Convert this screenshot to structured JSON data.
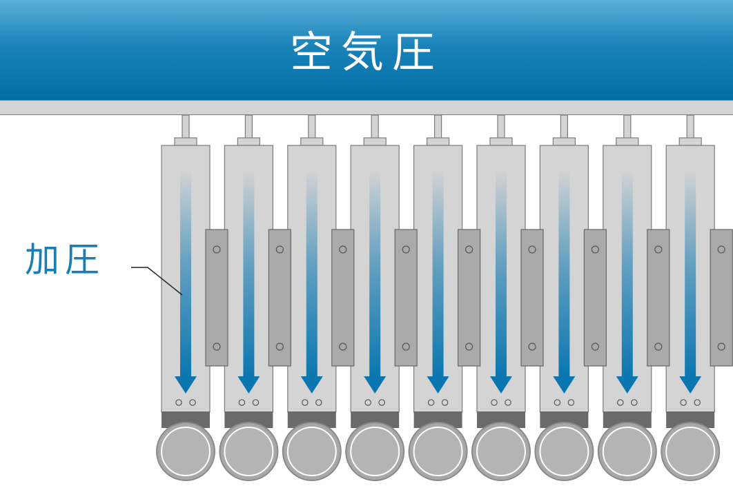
{
  "title": "空気圧",
  "side_label": "加圧",
  "unit_count": 9,
  "colors": {
    "banner_top": "#5ab0d8",
    "banner_bottom": "#006da5",
    "label_text": "#1a7db4",
    "arrow": "#0a76b0",
    "body_gray": "#d4d4d4",
    "plate_gray": "#aaaaaa",
    "outline": "#7a7a7a",
    "wheel": "#a8a8a8"
  }
}
